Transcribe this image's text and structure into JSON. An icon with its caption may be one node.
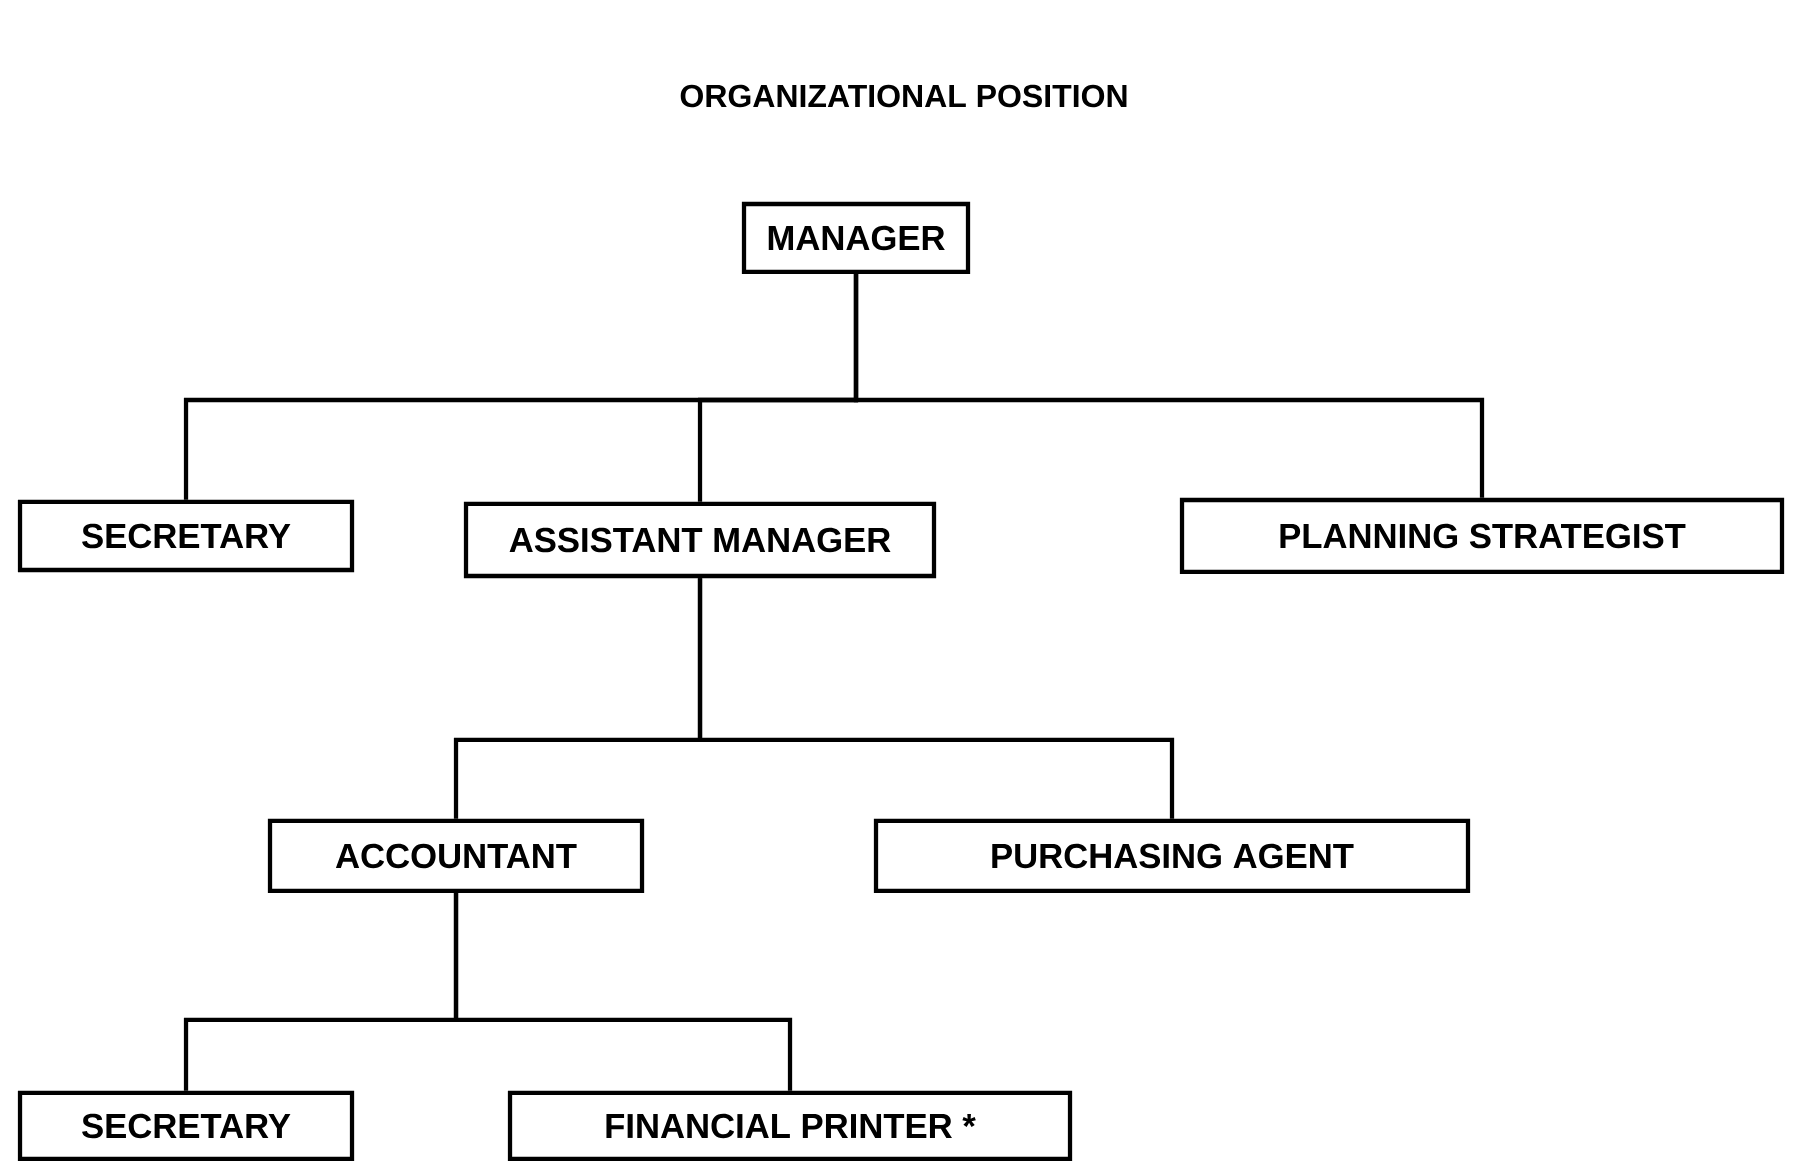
{
  "diagram": {
    "title": "ORGANIZATIONAL POSITION",
    "nodes": [
      {
        "text": [
          "MANAGER"
        ]
      },
      {
        "text": [
          "SECRETARY"
        ]
      },
      {
        "text": [
          "ASSISTANT MANAGER"
        ]
      },
      {
        "text": [
          "PLANNING STRATEGIST"
        ]
      },
      {
        "text": [
          "ACCOUNTANT"
        ]
      },
      {
        "text": [
          "PURCHASING AGENT"
        ]
      },
      {
        "text": [
          "SECRETARY"
        ]
      },
      {
        "text": [
          "FINANCIAL PRINTER  *"
        ]
      }
    ],
    "edges": [
      {
        "from": 0,
        "to": 1,
        "arrow": "none"
      },
      {
        "from": 0,
        "to": 2,
        "arrow": "none"
      },
      {
        "from": 0,
        "to": 3,
        "arrow": "none"
      },
      {
        "from": 2,
        "to": 4,
        "arrow": "none"
      },
      {
        "from": 2,
        "to": 5,
        "arrow": "none"
      },
      {
        "from": 4,
        "to": 6,
        "arrow": "none"
      },
      {
        "from": 4,
        "to": 7,
        "arrow": "none"
      }
    ]
  }
}
